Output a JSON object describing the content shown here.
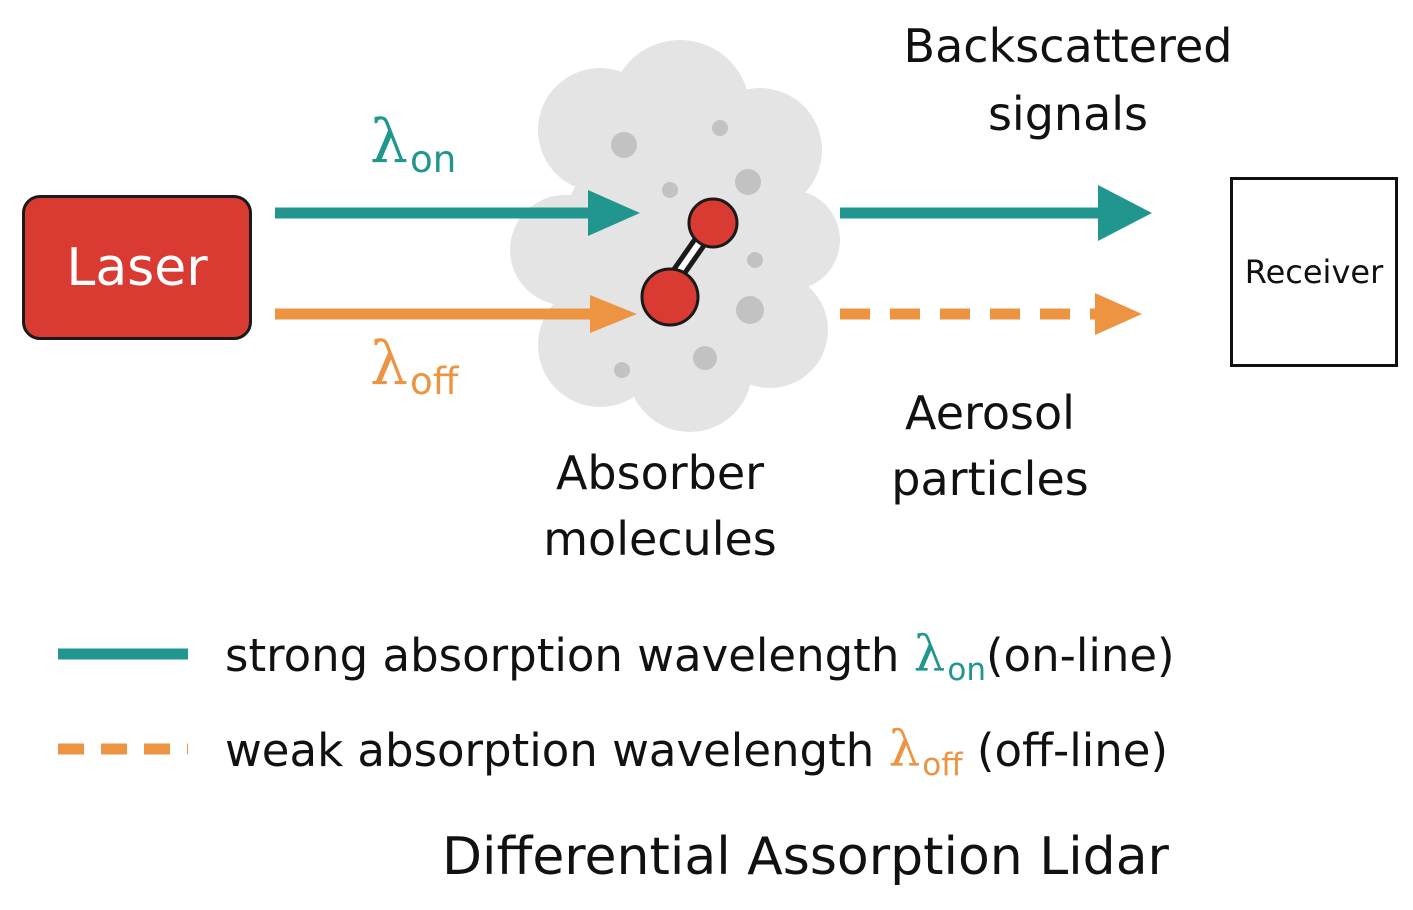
{
  "title": "Differential Assorption Lidar",
  "colors": {
    "on_line": "#20968f",
    "off_line": "#ec9441",
    "laser": "#d93a31",
    "cloud": "#e4e4e4",
    "particle": "#c2c2c2",
    "molecule": "#d93a31"
  },
  "nodes": {
    "laser": "Laser",
    "receiver": "Receiver"
  },
  "labels": {
    "lambda": "λ",
    "on_sub": "on",
    "off_sub": "off",
    "backscattered_line1": "Backscattered",
    "backscattered_line2": "signals",
    "absorber_line1": "Absorber",
    "absorber_line2": "molecules",
    "aerosol_line1": "Aerosol",
    "aerosol_line2": "particles"
  },
  "legend": {
    "on_text": "strong absorption wavelength",
    "on_suffix": "(on-line)",
    "off_text": "weak absorption wavelength",
    "off_suffix": "(off-line)"
  }
}
